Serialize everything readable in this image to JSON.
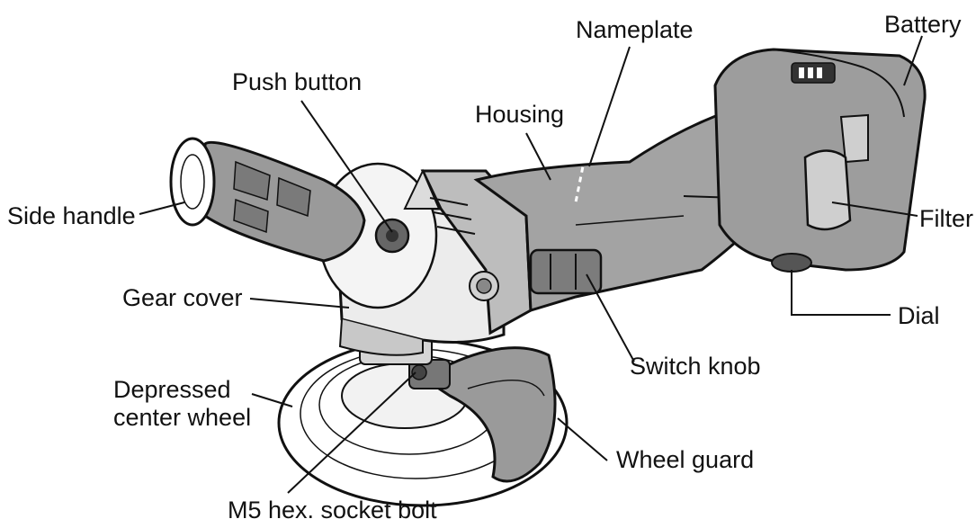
{
  "diagram": {
    "labels": {
      "nameplate": "Nameplate",
      "battery": "Battery",
      "push_button": "Push button",
      "housing": "Housing",
      "side_handle": "Side handle",
      "filter": "Filter",
      "gear_cover": "Gear cover",
      "dial": "Dial",
      "switch_knob": "Switch knob",
      "depressed_center_wheel": "Depressed\ncenter wheel",
      "wheel_guard": "Wheel guard",
      "m5_bolt": "M5 hex. socket bolt"
    }
  }
}
